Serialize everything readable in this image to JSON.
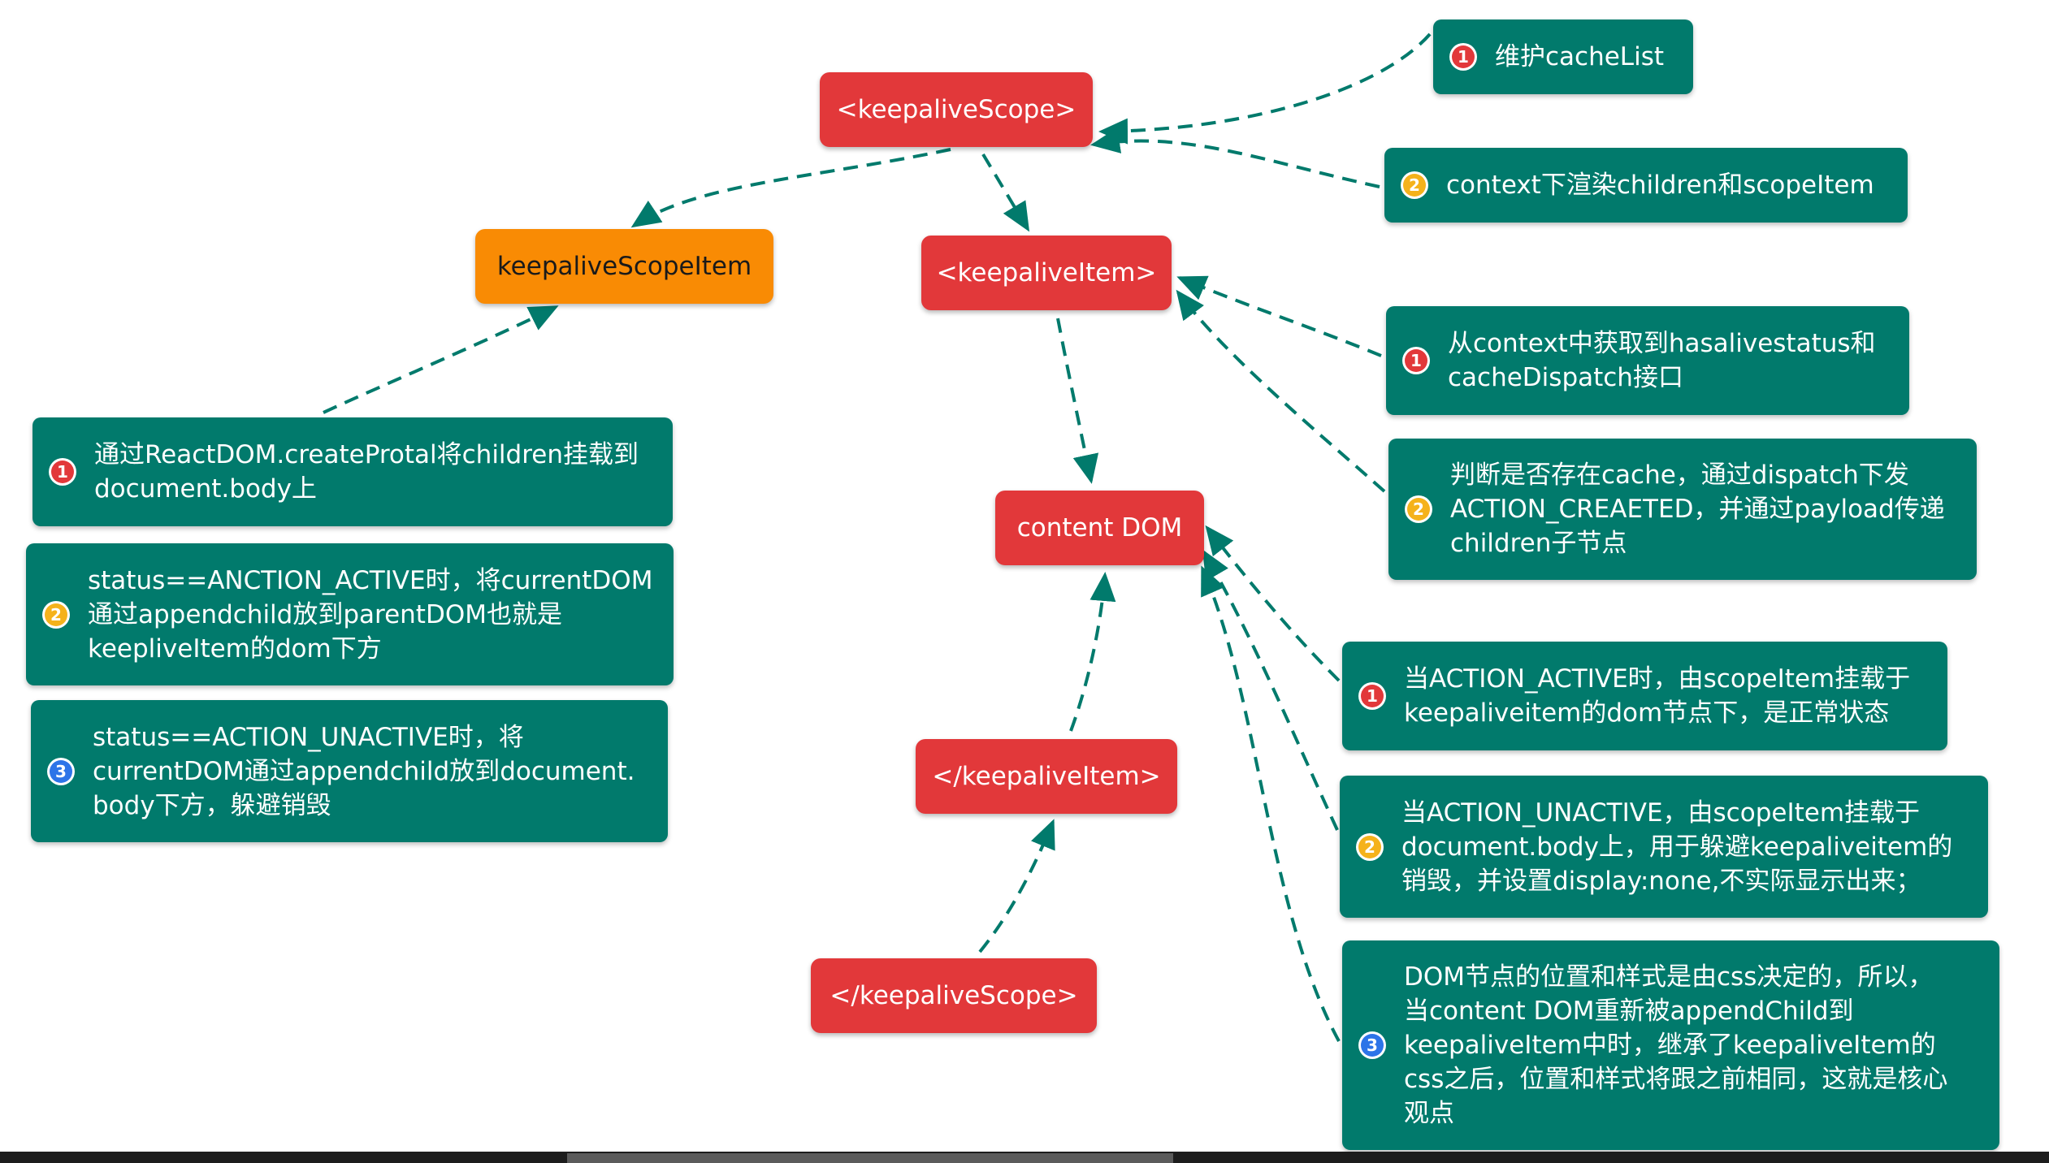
{
  "colors": {
    "node_red": "#e2383a",
    "node_orange": "#f98b04",
    "note_teal": "#017a6c",
    "edge": "#017a6c",
    "badge_1": "#e2383a",
    "badge_2": "#f5b21b",
    "badge_3": "#2d74e8"
  },
  "nodes": {
    "scope_open": "<keepaliveScope>",
    "scope_item": "keepaliveScopeItem",
    "item_open": "<keepaliveItem>",
    "content_dom": "content DOM",
    "item_close": "</keepaliveItem>",
    "scope_close": "</keepaliveScope>"
  },
  "notes": {
    "scope_1": {
      "badge": "1",
      "text": "维护cacheList"
    },
    "scope_2": {
      "badge": "2",
      "text": "context下渲染children和scopeItem"
    },
    "item_1": {
      "badge": "1",
      "lines": [
        "从context中获取到hasalivestatus和",
        "cacheDispatch接口"
      ]
    },
    "item_2": {
      "badge": "2",
      "lines": [
        "判断是否存在cache，通过dispatch下发",
        "ACTION_CREAETED，并通过payload传递",
        "children子节点"
      ]
    },
    "scopeitem_1": {
      "badge": "1",
      "lines": [
        "通过ReactDOM.createProtal将children挂载到",
        "document.body上"
      ]
    },
    "scopeitem_2": {
      "badge": "2",
      "lines": [
        "status==ANCTION_ACTIVE时，将currentDOM",
        "通过appendchild放到parentDOM也就是",
        "keepliveItem的dom下方"
      ]
    },
    "scopeitem_3": {
      "badge": "3",
      "lines": [
        "status==ACTION_UNACTIVE时，将",
        "currentDOM通过appendchild放到document.",
        "body下方，躲避销毁"
      ]
    },
    "content_1": {
      "badge": "1",
      "lines": [
        "当ACTION_ACTIVE时，由scopeItem挂载于",
        "keepaliveitem的dom节点下，是正常状态"
      ]
    },
    "content_2": {
      "badge": "2",
      "lines": [
        "当ACTION_UNACTIVE，由scopeItem挂载于",
        "document.body上，用于躲避keepaliveitem的",
        "销毁，并设置display:none,不实际显示出来；"
      ]
    },
    "content_3": {
      "badge": "3",
      "lines": [
        "DOM节点的位置和样式是由css决定的，所以，",
        "当content DOM重新被appendChild到",
        "keepaliveItem中时，继承了keepaliveItem的",
        "css之后，位置和样式将跟之前相同，这就是核心",
        "观点"
      ]
    }
  }
}
